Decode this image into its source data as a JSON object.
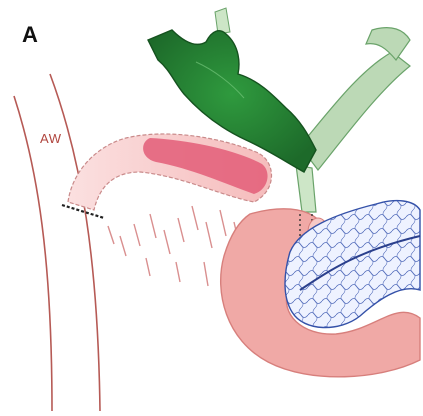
{
  "panel_label": "A",
  "wall_label": "AW",
  "structures": [
    {
      "name": "abdominal-wall",
      "color": "#b65a55"
    },
    {
      "name": "gallbladder",
      "color": "#2e8b3a"
    },
    {
      "name": "bile-ducts",
      "color": "#6fae73"
    },
    {
      "name": "stomach-conduit",
      "color": "#f2bcbc"
    },
    {
      "name": "duodenum",
      "color": "#f0a9a6"
    },
    {
      "name": "pancreas",
      "color": "#3451a8"
    }
  ]
}
